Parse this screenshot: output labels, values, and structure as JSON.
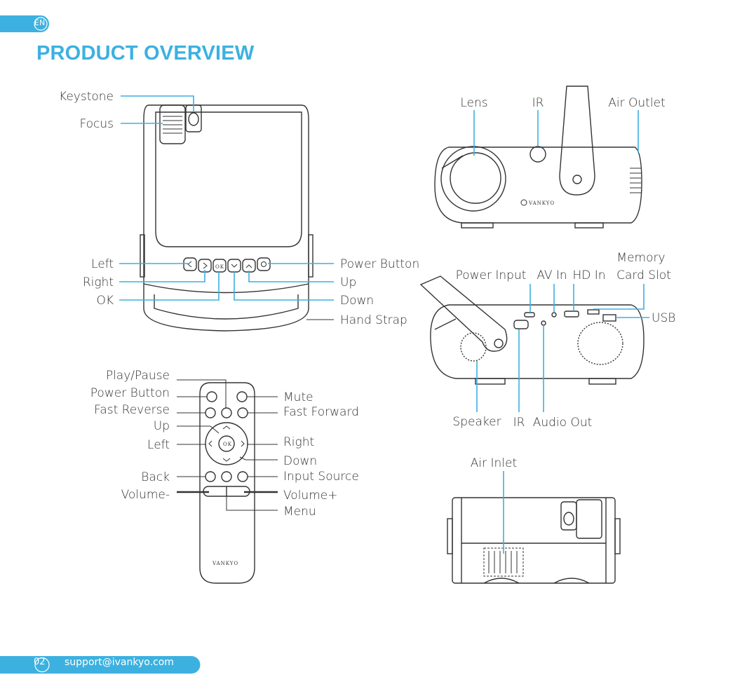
{
  "header": {
    "lang": "EN",
    "title": "PRODUCT OVERVIEW"
  },
  "top_view": {
    "keystone": "Keystone",
    "focus": "Focus",
    "left": "Left",
    "right": "Right",
    "ok": "OK",
    "power_button": "Power Button",
    "up": "Up",
    "down": "Down",
    "hand_strap": "Hand Strap",
    "ok_key": "OK"
  },
  "front_view": {
    "lens": "Lens",
    "ir": "IR",
    "air_outlet": "Air Outlet",
    "brand": "VANKYO"
  },
  "rear_view": {
    "memory": "Memory",
    "card_slot": "Card Slot",
    "power_input": "Power Input",
    "av_in": "AV In",
    "hd_in": "HD In",
    "usb": "USB",
    "speaker": "Speaker",
    "ir": "IR",
    "audio_out": "Audio Out"
  },
  "remote": {
    "play_pause": "Play/Pause",
    "power_button": "Power Button",
    "fast_reverse": "Fast Reverse",
    "up": "Up",
    "left": "Left",
    "back": "Back",
    "volume_minus": "Volume-",
    "mute": "Mute",
    "fast_forward": "Fast Forward",
    "right": "Right",
    "down": "Down",
    "input_source": "Input Source",
    "volume_plus": "Volume+",
    "menu": "Menu",
    "ok_key": "OK",
    "brand": "VANKYO"
  },
  "bottom_view": {
    "air_inlet": "Air Inlet"
  },
  "footer": {
    "page": "02",
    "email": "support@ivankyo.com"
  },
  "colors": {
    "accent": "#3cb1e0",
    "line": "#333333"
  }
}
